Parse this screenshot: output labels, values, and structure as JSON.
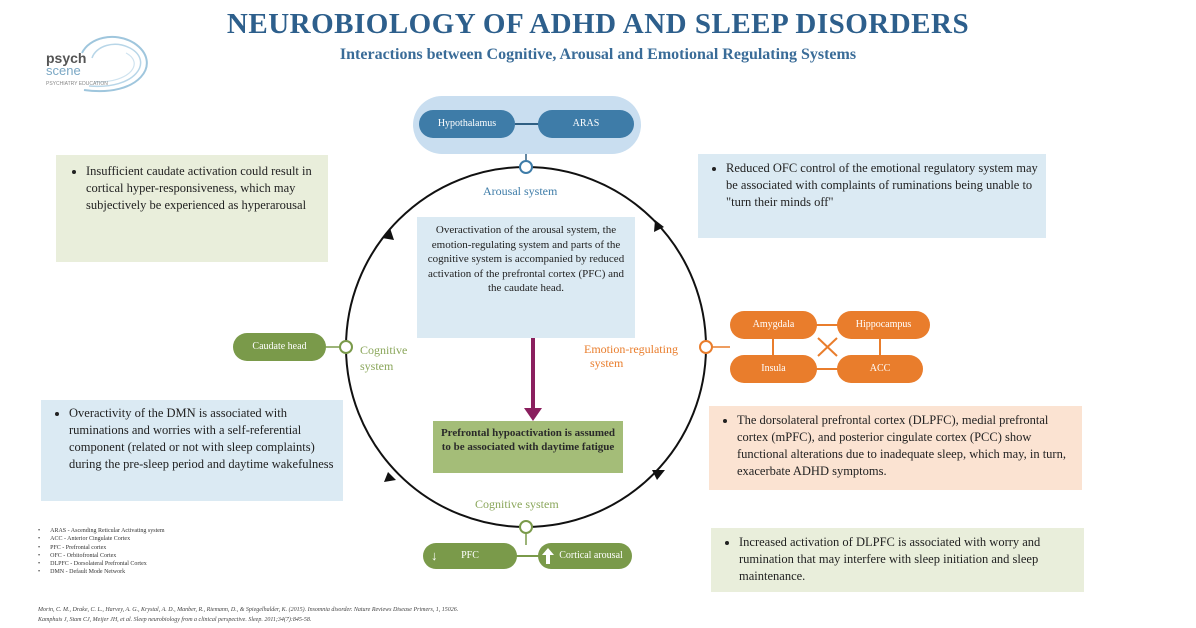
{
  "header": {
    "title": "NEUROBIOLOGY OF ADHD AND SLEEP DISORDERS",
    "subtitle": "Interactions between Cognitive, Arousal and Emotional Regulating Systems"
  },
  "logo": {
    "line1": "psych",
    "line2": "scene",
    "tagline": "PSYCHIATRY EDUCATION"
  },
  "arousal": {
    "pills": [
      "Hypothalamus",
      "ARAS"
    ],
    "label": "Arousal system"
  },
  "cognitive_left": {
    "pill": "Caudate head",
    "label_line1": "Cognitive",
    "label_line2": "system"
  },
  "cognitive_bottom": {
    "label": "Cognitive system",
    "pills": [
      "PFC",
      "Cortical arousal"
    ],
    "arrow": "↓"
  },
  "emotion": {
    "label_line1": "Emotion-regulating",
    "label_line2": "system",
    "pills": [
      "Amygdala",
      "Hippocampus",
      "Insula",
      "ACC"
    ]
  },
  "center_text": "Overactivation of the arousal system, the emotion-regulating system and parts of the cognitive system is accompanied by reduced activation of the prefrontal cortex (PFC) and the caudate head.",
  "hypo_text": "Prefrontal hypoactivation is assumed to be associated with daytime fatigue",
  "notes": {
    "top_left": "Insufficient caudate activation could result in cortical hyper-responsiveness, which may subjectively be experienced as hyperarousal",
    "top_right": "Reduced OFC control of the emotional regulatory system may be associated with complaints of ruminations being unable to \"turn their minds off\"",
    "mid_left": "Overactivity of the DMN is associated with ruminations and worries with a self-referential component (related or not with sleep complaints) during the pre-sleep period and daytime wakefulness",
    "mid_right": "The dorsolateral prefrontal cortex (DLPFC), medial prefrontal cortex (mPFC), and posterior cingulate cortex (PCC) show functional alterations due to inadequate sleep, which may, in turn, exacerbate ADHD symptoms.",
    "bottom_right": "Increased activation of DLPFC is associated with worry and rumination that may interfere with sleep initiation and sleep maintenance."
  },
  "legend": [
    "ARAS - Ascending Reticular Activating system",
    "ACC - Anterior Cingulate Cortex",
    "PFC - Prefrontal cortex",
    "OFC - Orbitofrontal Cortex",
    "DLPFC - Dorsolateral Prefrontal Cortex",
    "DMN - Default Mode Network"
  ],
  "references": [
    "Morin, C. M., Drake, C. L., Harvey, A. G., Krystal, A. D., Manber, R., Riemann, D., & Spiegelhalder, K. (2015). Insomnia disorder. Nature Reviews Disease Primers, 1, 15026.",
    "Kamphuis J, Stam CJ, Meijer JH, et al. Sleep neurobiology from a clinical perspective. Sleep. 2011;34(7):845-58."
  ],
  "colors": {
    "title": "#2d5f8c",
    "blue_pill": "#3e7ca8",
    "green_pill": "#7a9a4a",
    "orange_pill": "#e97d2c",
    "arrow": "#8a1f5e"
  }
}
